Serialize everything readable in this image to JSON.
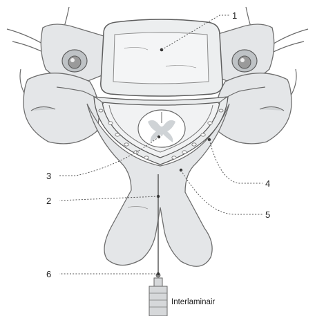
{
  "labels": {
    "l1": "1",
    "l2": "2",
    "l3": "3",
    "l4": "4",
    "l5": "5",
    "l6": "6"
  },
  "caption": "Interlaminair"
}
